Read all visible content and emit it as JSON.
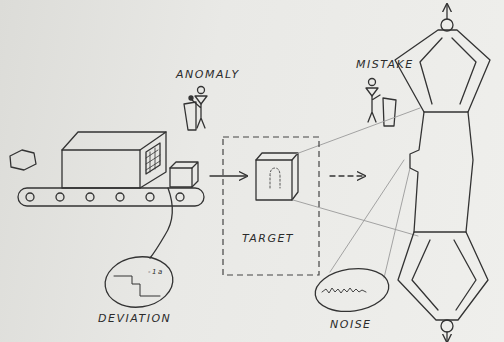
{
  "diagram": {
    "nodes": [
      {
        "text": [
          "TARGET"
        ]
      },
      {
        "text": [
          "-1a",
          "DEVIATION"
        ]
      },
      {
        "text": [
          "NOISE"
        ]
      }
    ],
    "labels": [
      "ANOMALY",
      "MISTAKE"
    ]
  }
}
